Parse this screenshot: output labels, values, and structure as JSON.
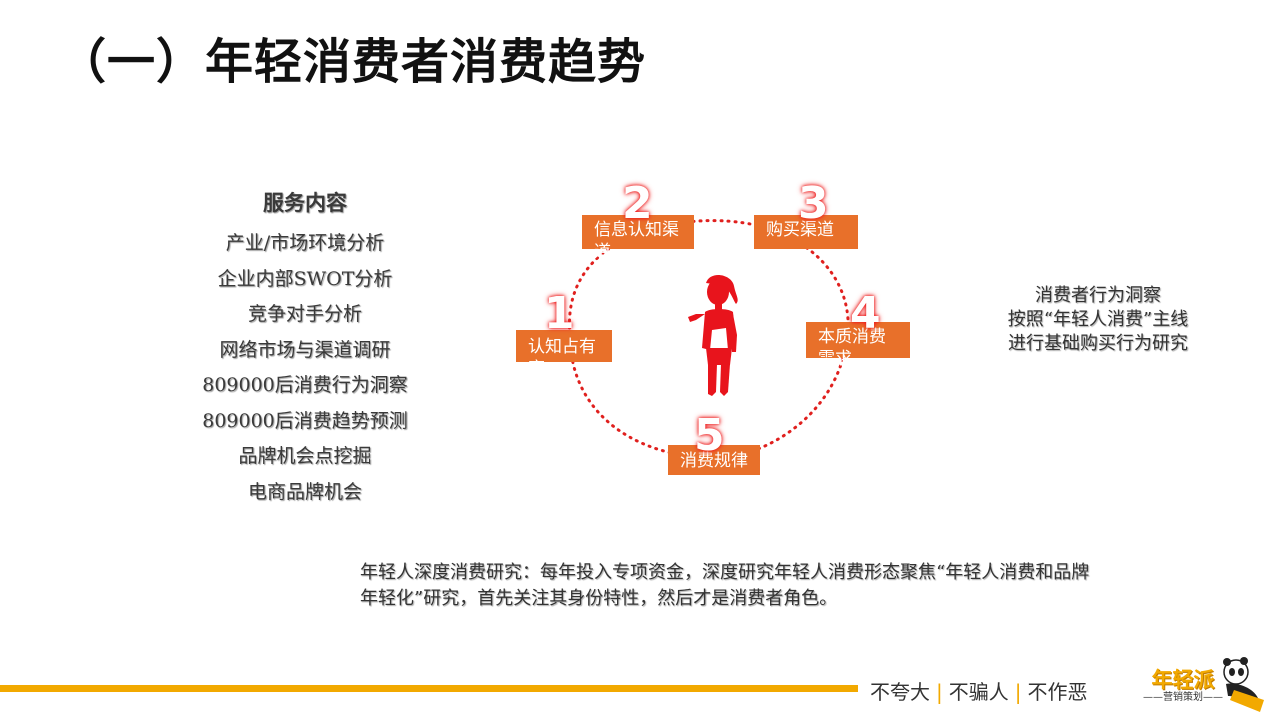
{
  "title": "（一）年轻消费者消费趋势",
  "services": {
    "heading": "服务内容",
    "items": [
      "产业/市场环境分析",
      "企业内部SWOT分析",
      "竞争对手分析",
      "网络市场与渠道调研",
      "809000后消费行为洞察",
      "809000后消费趋势预测",
      "品牌机会点挖掘",
      "电商品牌机会"
    ]
  },
  "cycle": {
    "steps": [
      {
        "number": "1",
        "label": "认知占有率"
      },
      {
        "number": "2",
        "label": "信息认知渠道"
      },
      {
        "number": "3",
        "label": "购买渠道"
      },
      {
        "number": "4",
        "label": "本质消费需求"
      },
      {
        "number": "5",
        "label": "消费规律"
      }
    ],
    "colors": {
      "dots": "#e0201e",
      "figure": "#e8141c",
      "label_bg": "#e8702a"
    }
  },
  "insight": {
    "lines": [
      "消费者行为洞察",
      "按照“年轻人消费”主线",
      "进行基础购买行为研究"
    ]
  },
  "research_note": "年轻人深度消费研究：每年投入专项资金，深度研究年轻人消费形态聚焦“年轻人消费和品牌年轻化”研究，首先关注其身份特性，然后才是消费者角色。",
  "footer": {
    "slogan": [
      "不夸大",
      "不骗人",
      "不作恶"
    ],
    "separator": "|",
    "logo_main": "年轻派",
    "logo_sub": "——营销策划——",
    "accent": "#f2a900"
  }
}
